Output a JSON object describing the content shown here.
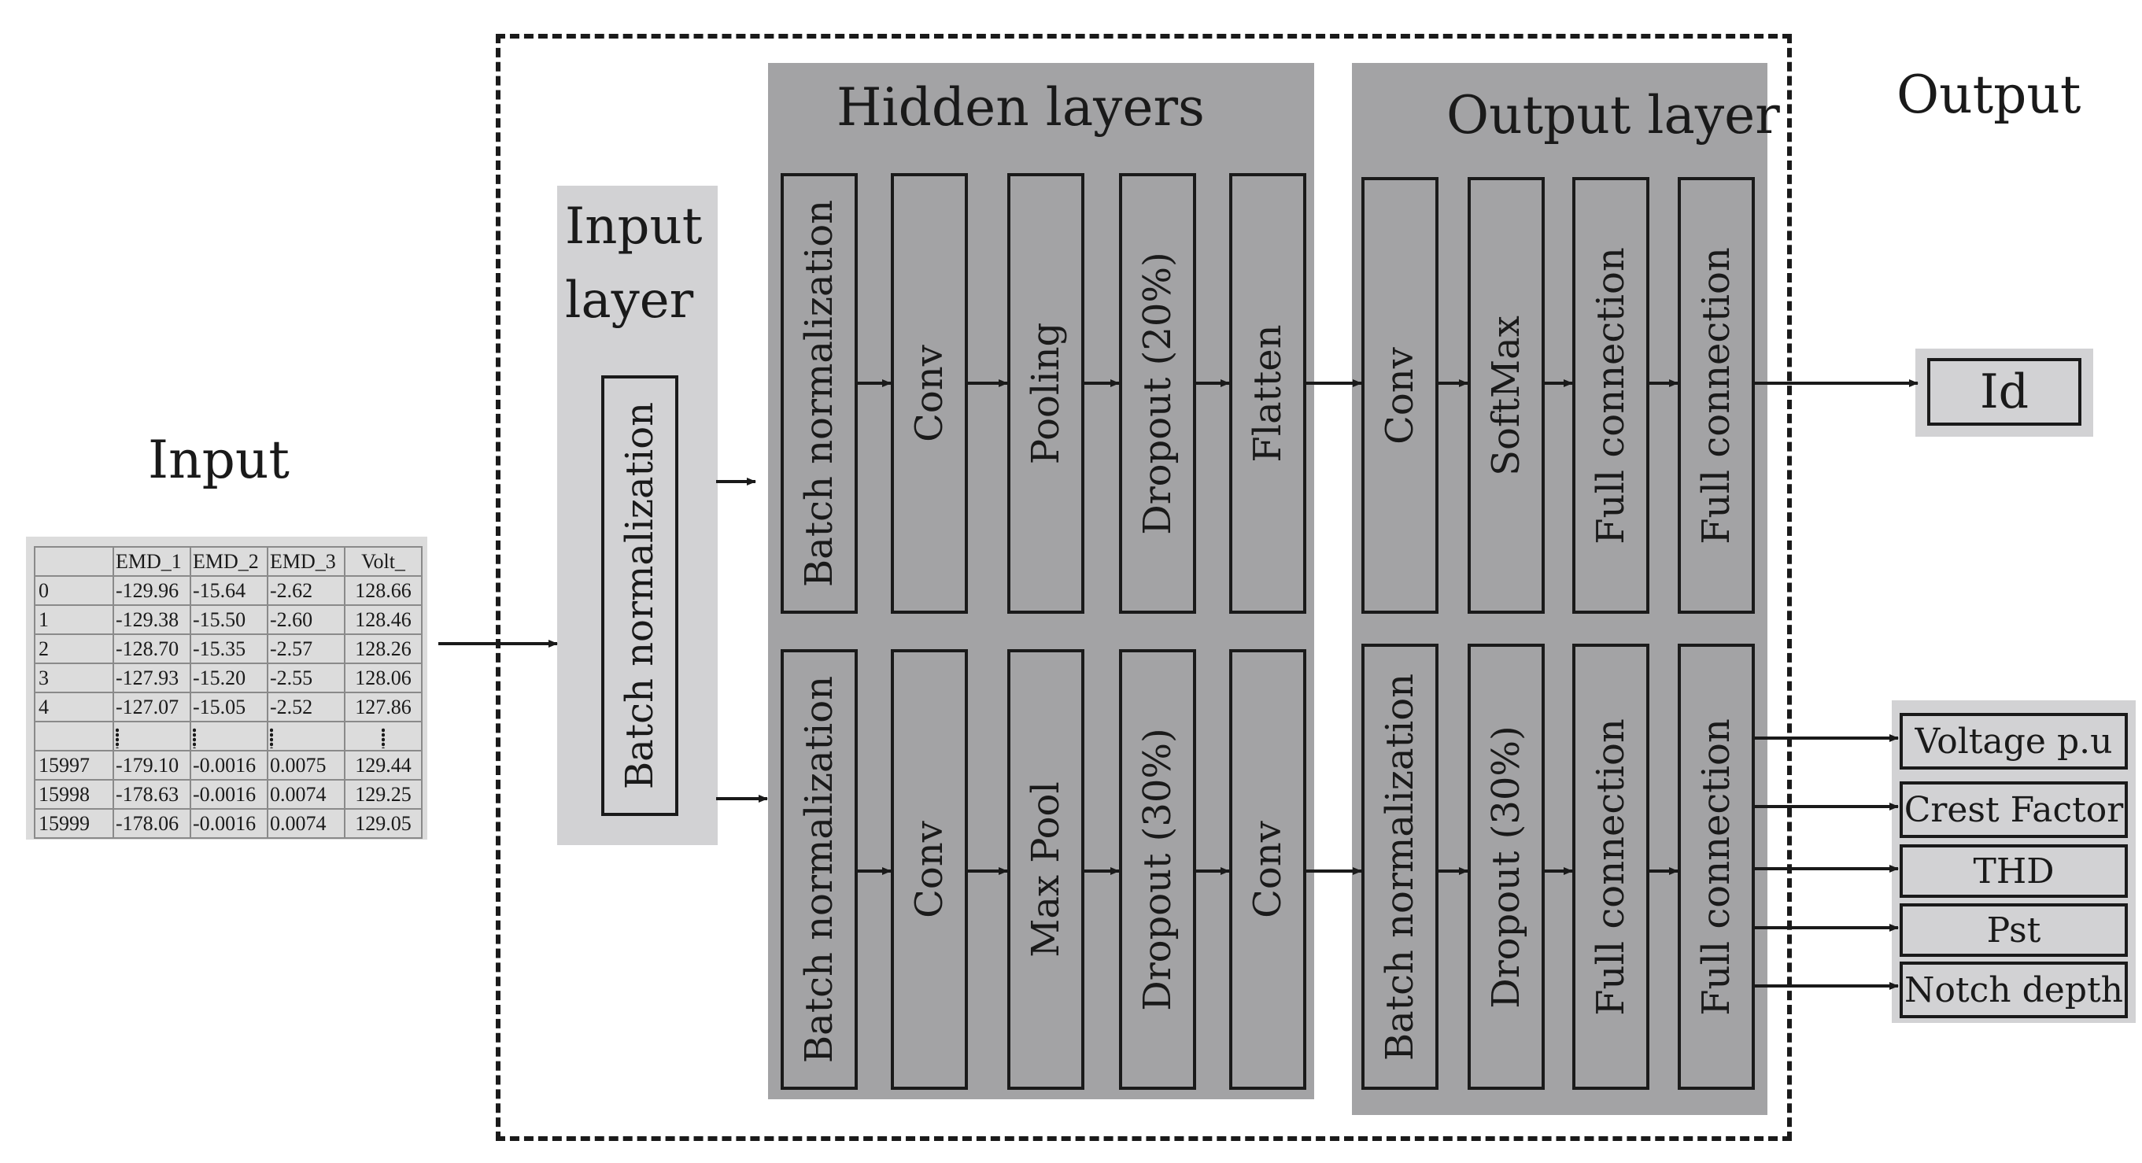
{
  "labels": {
    "input_title": "Input",
    "output_title": "Output",
    "input_layer_line1": "Input",
    "input_layer_line2": "layer",
    "hidden_title": "Hidden layers",
    "output_layer_title": "Output layer"
  },
  "input_layer_block": "Batch normalization",
  "hidden_top": [
    "Batch normalization",
    "Conv",
    "Pooling",
    "Dropout (20%)",
    "Flatten"
  ],
  "hidden_bottom": [
    "Batch normalization",
    "Conv",
    "Max Pool",
    "Dropout (30%)",
    "Conv"
  ],
  "output_top": [
    "Conv",
    "SoftMax",
    "Full  connection",
    "Full  connection"
  ],
  "output_bottom": [
    "Batch normalization",
    "Dropout (30%)",
    "Full  connection",
    "Full  connection"
  ],
  "outputs_top": [
    "Id"
  ],
  "outputs_bottom": [
    "Voltage p.u",
    "Crest Factor",
    "THD",
    "Pst",
    "Notch depth"
  ],
  "table": {
    "header": [
      "",
      "EMD_1",
      "EMD_2",
      "EMD_3",
      "Volt_"
    ],
    "rows_top": [
      [
        "0",
        "-129.96",
        "-15.64",
        "-2.62",
        "128.66"
      ],
      [
        "1",
        "-129.38",
        "-15.50",
        "-2.60",
        "128.46"
      ],
      [
        "2",
        "-128.70",
        "-15.35",
        "-2.57",
        "128.26"
      ],
      [
        "3",
        "-127.93",
        "-15.20",
        "-2.55",
        "128.06"
      ],
      [
        "4",
        "-127.07",
        "-15.05",
        "-2.52",
        "127.86"
      ]
    ],
    "rows_bottom": [
      [
        "15997",
        "-179.10",
        "-0.0016",
        "0.0075",
        "129.44"
      ],
      [
        "15998",
        "-178.63",
        "-0.0016",
        "0.0074",
        "129.25"
      ],
      [
        "15999",
        "-178.06",
        "-0.0016",
        "0.0074",
        "129.05"
      ]
    ]
  }
}
